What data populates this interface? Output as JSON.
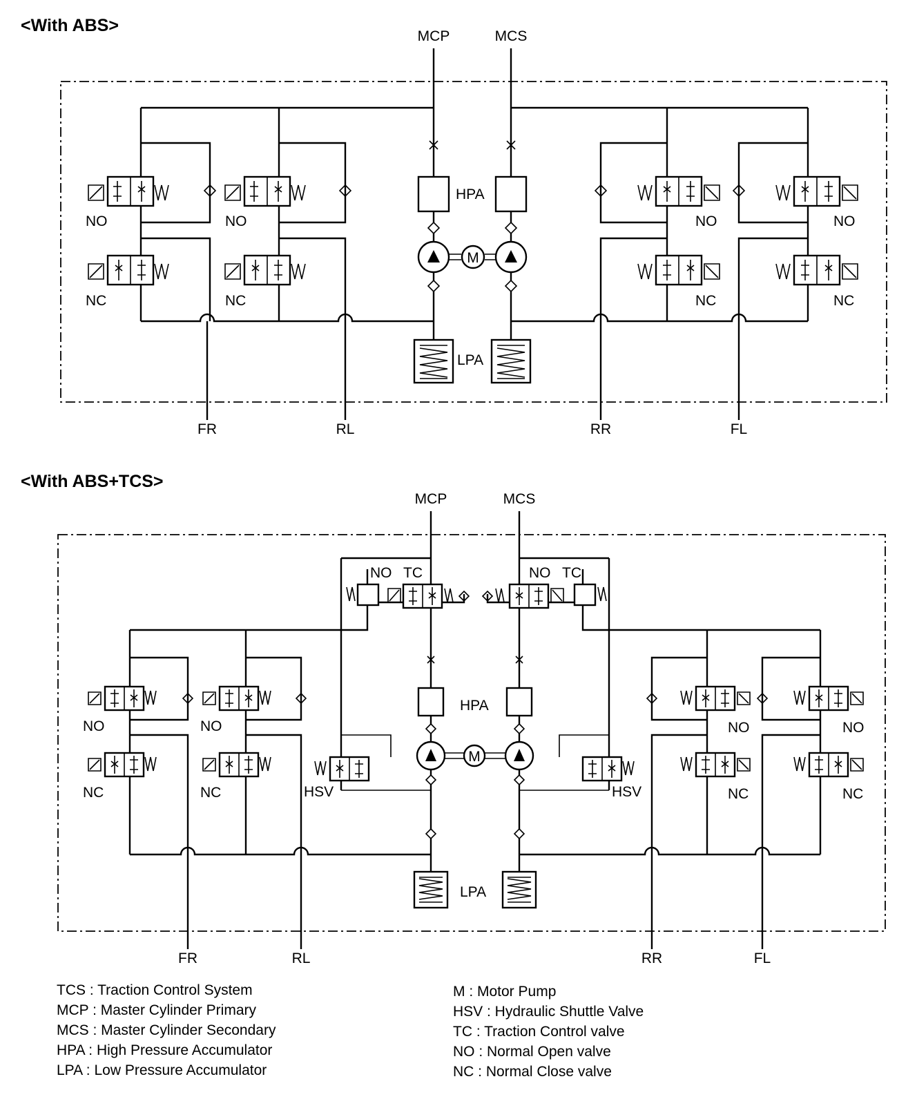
{
  "diagram1": {
    "title": "<With ABS>",
    "ports_top": [
      "MCP",
      "MCS"
    ],
    "ports_bottom": [
      "FR",
      "RL",
      "RR",
      "FL"
    ],
    "valve_labels": {
      "no": "NO",
      "nc": "NC"
    },
    "component_labels": {
      "hpa": "HPA",
      "lpa": "LPA",
      "motor": "M"
    }
  },
  "diagram2": {
    "title": "<With ABS+TCS>",
    "ports_top": [
      "MCP",
      "MCS"
    ],
    "ports_bottom": [
      "FR",
      "RL",
      "RR",
      "FL"
    ],
    "valve_labels": {
      "no": "NO",
      "nc": "NC",
      "tc": "TC",
      "hsv": "HSV"
    },
    "component_labels": {
      "hpa": "HPA",
      "lpa": "LPA",
      "motor": "M"
    }
  },
  "legend": {
    "left": [
      "TCS : Traction Control System",
      "MCP : Master Cylinder Primary",
      "MCS : Master Cylinder Secondary",
      "HPA : High Pressure Accumulator",
      "LPA : Low Pressure Accumulator"
    ],
    "right": [
      "M : Motor Pump",
      "HSV : Hydraulic Shuttle Valve",
      "TC : Traction Control valve",
      "NO : Normal Open valve",
      "NC : Normal Close valve"
    ]
  }
}
